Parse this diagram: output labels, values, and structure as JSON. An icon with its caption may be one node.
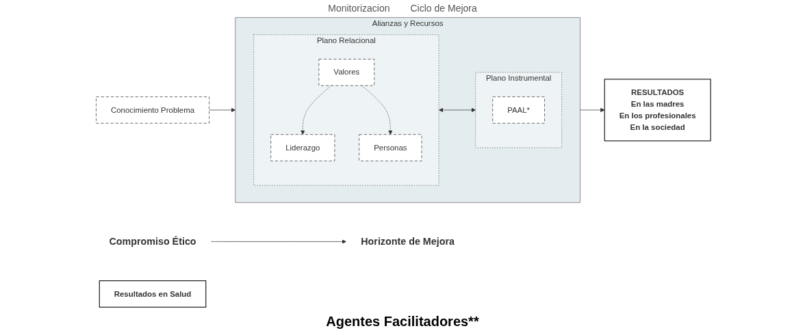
{
  "diagram": {
    "caption": "Agentes Facilitadores**",
    "nodes": [
      {
        "text": [
          "Compromiso Ético"
        ]
      },
      {
        "text": [
          "Horizonte de Mejora"
        ]
      },
      {
        "text": [
          "Conocimiento Problema"
        ]
      },
      {
        "text": [
          "Alianzas y Recursos"
        ]
      },
      {
        "text": [
          "Plano Relacional"
        ],
        "in": 3
      },
      {
        "text": [
          "Valores"
        ],
        "in": 4
      },
      {
        "text": [
          "Liderazgo"
        ],
        "in": 4
      },
      {
        "text": [
          "Personas"
        ],
        "in": 4
      },
      {
        "text": [
          "Plano Instrumental"
        ],
        "in": 3
      },
      {
        "text": [
          "PAAL*"
        ],
        "in": 8
      },
      {
        "text": [
          "RESULTADOS",
          "En las madres",
          "En los profesionales",
          "En la sociedad"
        ]
      },
      {
        "text": [
          "Resultados en Salud"
        ]
      }
    ],
    "edges": [
      {
        "from": 0,
        "to": 1,
        "arrow": "to"
      },
      {
        "from": 2,
        "to": 3,
        "arrow": "to"
      },
      {
        "from": 5,
        "to": 6,
        "arrow": "to",
        "style": "dashed"
      },
      {
        "from": 5,
        "to": 7,
        "arrow": "to",
        "style": "dashed"
      },
      {
        "from": 4,
        "to": 8,
        "arrow": "both"
      },
      {
        "from": 3,
        "to": 10,
        "arrow": "to"
      }
    ],
    "labels": [
      "Monitorizacion",
      "Ciclo de Mejora"
    ]
  }
}
